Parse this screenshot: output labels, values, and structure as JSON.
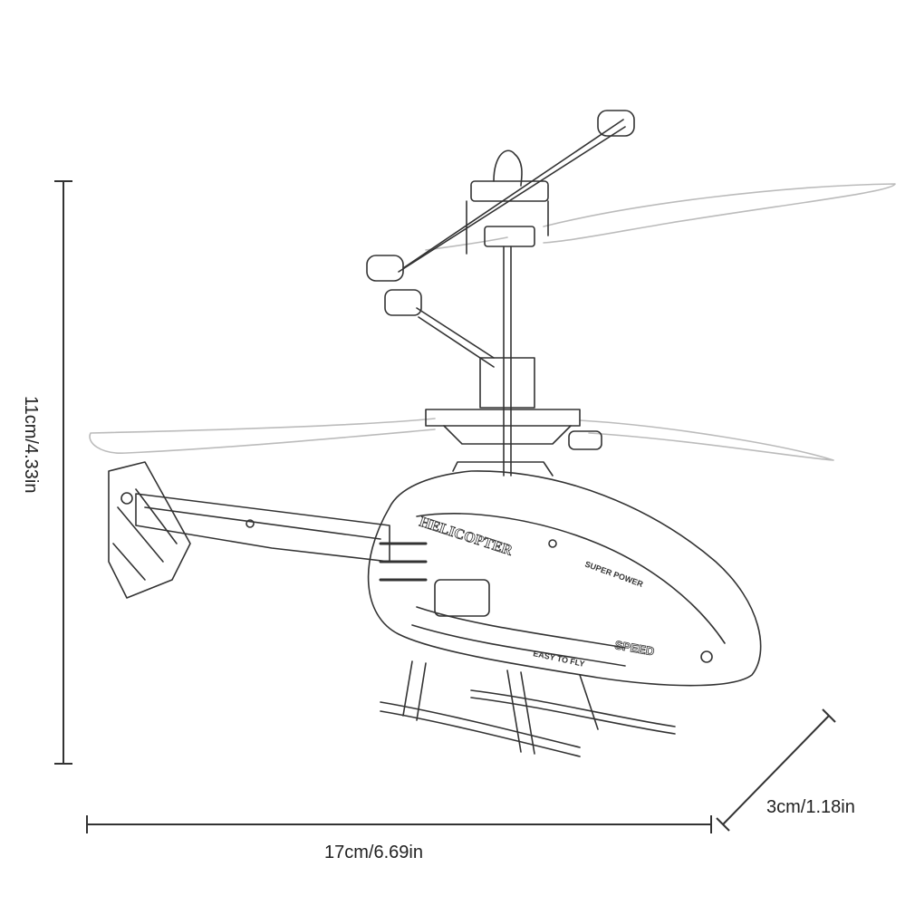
{
  "dimensions": {
    "height": "11cm/4.33in",
    "width": "17cm/6.69in",
    "depth": "3cm/1.18in"
  },
  "product": {
    "body_text": "HELICOPTER",
    "body_text_2": "SUPER POWER",
    "body_text_3": "SPEED",
    "body_text_4": "EASY TO FLY"
  },
  "colors": {
    "line": "#333333",
    "faint_line": "#bbbbbb",
    "background": "#ffffff"
  }
}
